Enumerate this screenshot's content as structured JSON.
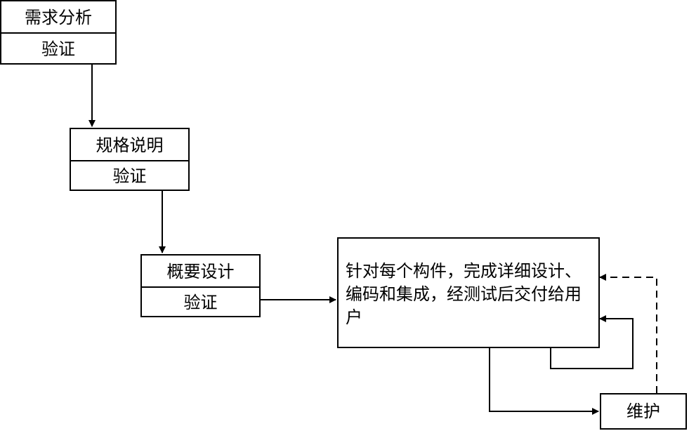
{
  "stages": [
    {
      "title": "需求分析",
      "check": "验证"
    },
    {
      "title": "规格说明",
      "check": "验证"
    },
    {
      "title": "概要设计",
      "check": "验证"
    }
  ],
  "detail": {
    "text": "针对每个构件，完成详细设计、编码和集成，经测试后交付给用户"
  },
  "maintenance": {
    "label": "维护"
  },
  "colors": {
    "stroke": "#000000",
    "background": "#ffffff"
  }
}
